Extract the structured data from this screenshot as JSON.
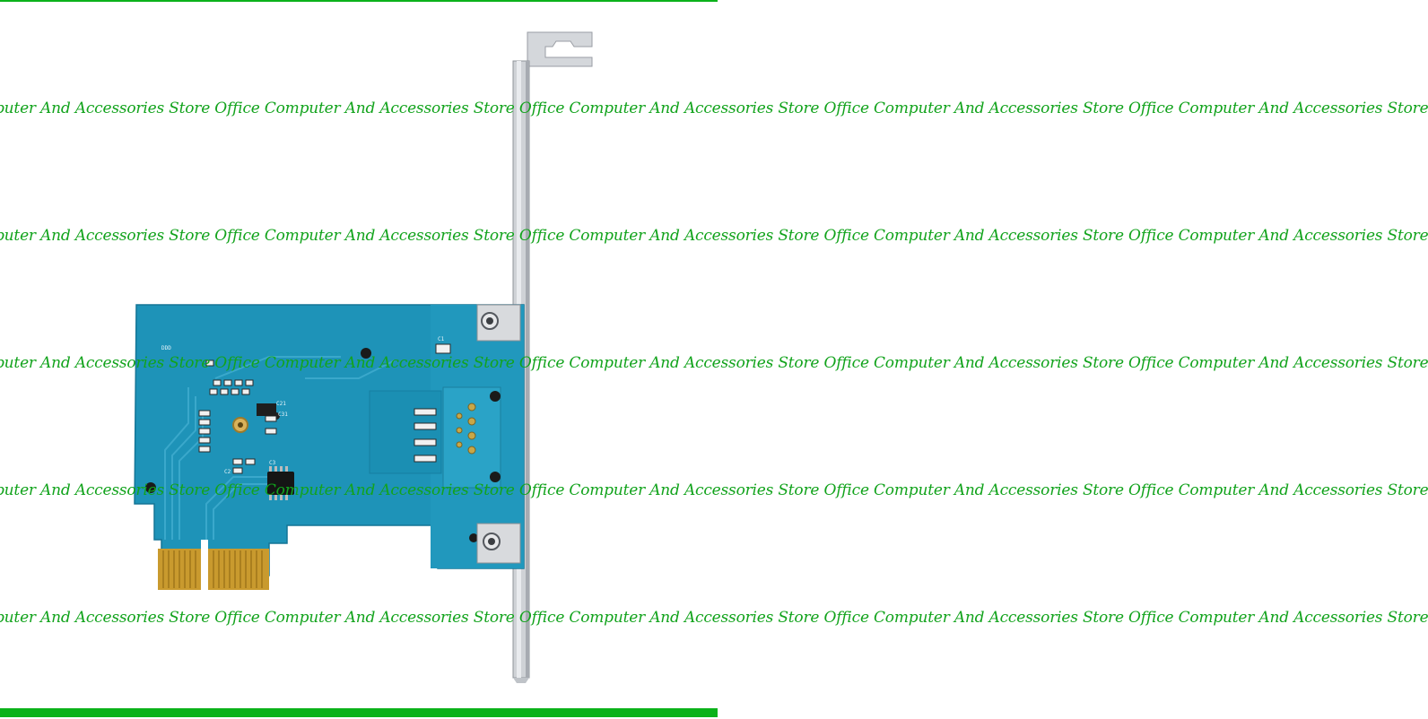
{
  "watermark": {
    "text": "puter And Accessories Store Office Computer And Accessories Store Office Computer And Accessories Store Office Computer And Accessories Store Office Computer And Accessories Store",
    "color": "#12a31c",
    "lines": 5
  },
  "frame": {
    "accent_color": "#0bb21a"
  },
  "product": {
    "pcb_color": "#1e93b8",
    "bracket_color": "#c9ccd1",
    "gold_finger_color": "#c99a2e",
    "silkscreen": {
      "c1": "C1",
      "c2": "C2",
      "c3": "C3",
      "c21": "C21",
      "c31": "C31",
      "label_ddd": "DDD"
    }
  }
}
